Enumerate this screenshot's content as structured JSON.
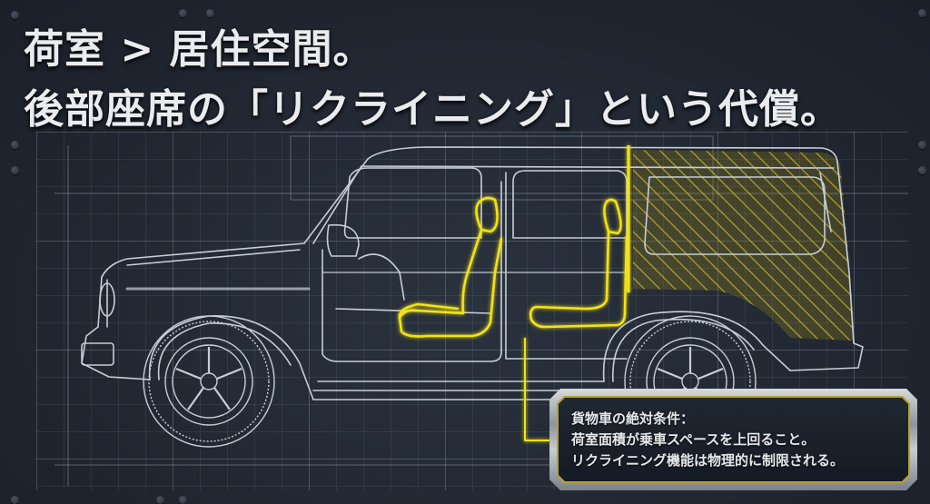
{
  "headline": {
    "line1": "荷室 > 居住空間。",
    "line2": "後部座席の「リクライニング」という代償。"
  },
  "diagram": {
    "subject": "boxy-suv-side-blueprint",
    "highlighted_parts": [
      "front-seat",
      "rear-seat",
      "cargo-partition",
      "cargo-area"
    ],
    "colors": {
      "background": "#1f2631",
      "grid": "#aab9cd",
      "linework": "#c7ced8",
      "highlight": "#f2e218",
      "cargo_hatch": "#b8a92a"
    }
  },
  "callout": {
    "line1": "貨物車の絶対条件：",
    "line2": "荷室面積が乗車スペースを上回ること。",
    "line3": "リクライニング機能は物理的に制限される。"
  }
}
